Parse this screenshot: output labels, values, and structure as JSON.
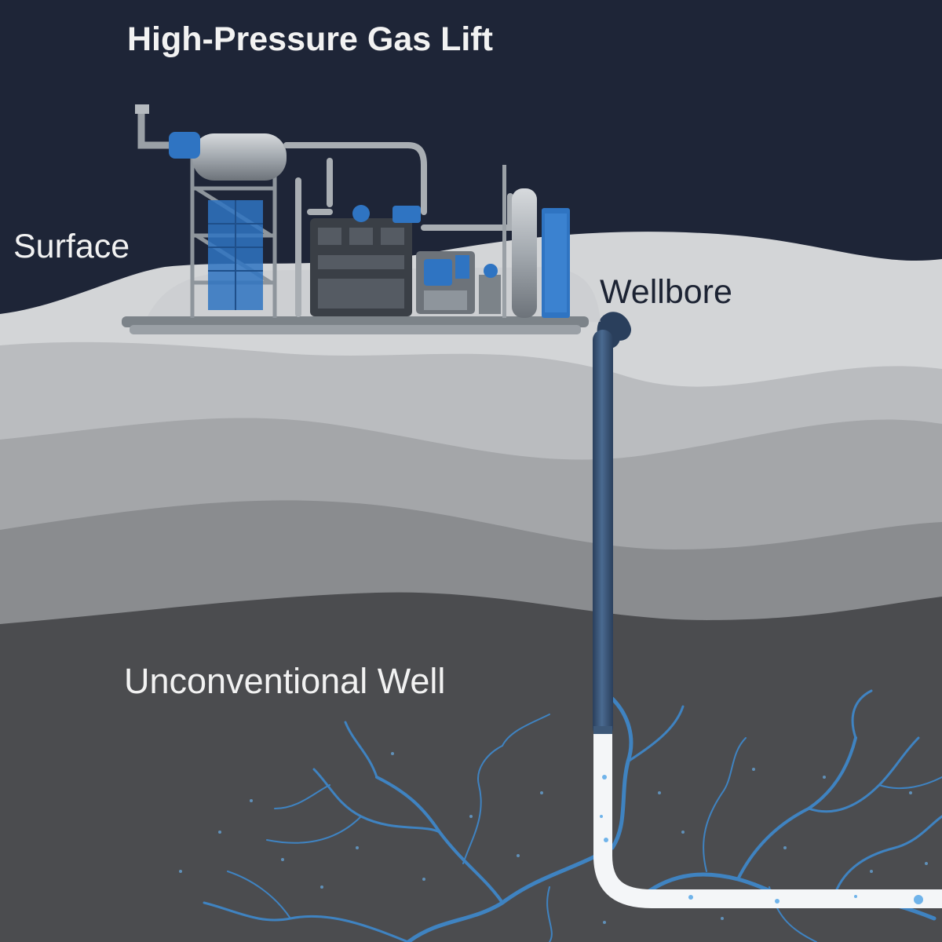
{
  "labels": {
    "title": "High-Pressure Gas Lift",
    "surface": "Surface",
    "wellbore": "Wellbore",
    "well": "Unconventional Well"
  },
  "colors": {
    "sky": "#1e2537",
    "ground_top": "#d3d5d7",
    "layer_2": "#b8babd",
    "layer_3": "#a1a3a6",
    "layer_4": "#87898c",
    "deep_rock": "#4a4b4e",
    "tubing": "#3d5878",
    "lateral": "#f4f6f8",
    "fractures": "#3f86c8",
    "equipment_blue": "#2f74c2",
    "equipment_grey": "#8e959c"
  },
  "icons": [
    "gas-lift-compressor-icon",
    "wellbore-tubing-icon",
    "fracture-network-icon"
  ]
}
